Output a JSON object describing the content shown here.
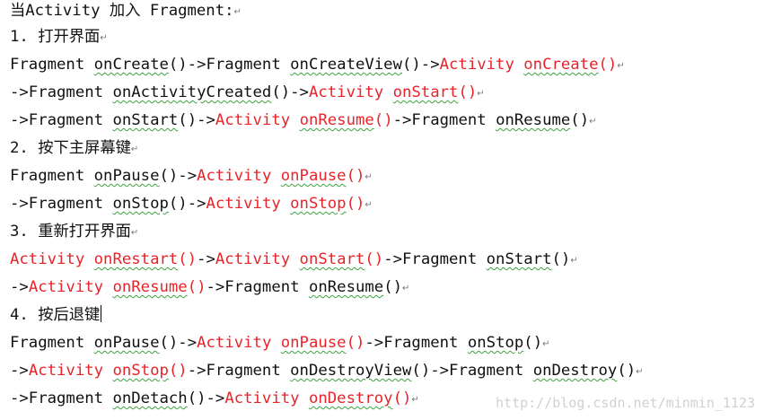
{
  "colors": {
    "text": "#111111",
    "highlight_red": "#e8242a",
    "spell_underline": "#3fa33f",
    "paragraph_mark": "#777777",
    "watermark": "#d0d0d0"
  },
  "watermark": "http://blog.csdn.net/minmin_1123",
  "lines": [
    {
      "segments": [
        {
          "text": "当Activity 加入 Fragment:"
        }
      ],
      "mark": "↵",
      "kind": "first"
    },
    {
      "segments": [
        {
          "text": "1. 打开界面"
        }
      ],
      "mark": "↵",
      "kind": "heading"
    },
    {
      "segments": [
        {
          "text": "Fragment "
        },
        {
          "text": "onCreate",
          "wavy": true
        },
        {
          "text": "()->Fragment "
        },
        {
          "text": "onCreateView",
          "wavy": true
        },
        {
          "text": "()->"
        },
        {
          "text": "Activity ",
          "red": true
        },
        {
          "text": "onCreate",
          "red": true,
          "wavy": true
        },
        {
          "text": "()",
          "red": true
        }
      ],
      "mark": "↵"
    },
    {
      "segments": [
        {
          "text": "->Fragment "
        },
        {
          "text": "onActivityCreated",
          "wavy": true
        },
        {
          "text": "()->"
        },
        {
          "text": "Activity ",
          "red": true
        },
        {
          "text": "onStart",
          "red": true,
          "wavy": true
        },
        {
          "text": "()",
          "red": true
        }
      ],
      "mark": "↵"
    },
    {
      "segments": [
        {
          "text": "->Fragment "
        },
        {
          "text": "onStart",
          "wavy": true
        },
        {
          "text": "()->"
        },
        {
          "text": "Activity ",
          "red": true
        },
        {
          "text": "onResume",
          "red": true,
          "wavy": true
        },
        {
          "text": "()",
          "red": true
        },
        {
          "text": "->Fragment "
        },
        {
          "text": "onResume",
          "wavy": true
        },
        {
          "text": "()"
        }
      ],
      "mark": "↵"
    },
    {
      "segments": [
        {
          "text": "2. 按下主屏幕键"
        }
      ],
      "mark": "↵",
      "kind": "heading"
    },
    {
      "segments": [
        {
          "text": "Fragment "
        },
        {
          "text": "onPause",
          "wavy": true
        },
        {
          "text": "()->"
        },
        {
          "text": "Activity ",
          "red": true
        },
        {
          "text": "onPause",
          "red": true,
          "wavy": true
        },
        {
          "text": "()",
          "red": true
        }
      ],
      "mark": "↵"
    },
    {
      "segments": [
        {
          "text": "->Fragment "
        },
        {
          "text": "onStop",
          "wavy": true
        },
        {
          "text": "()->"
        },
        {
          "text": "Activity ",
          "red": true
        },
        {
          "text": "onStop",
          "red": true,
          "wavy": true
        },
        {
          "text": "()",
          "red": true
        }
      ],
      "mark": "↵"
    },
    {
      "segments": [
        {
          "text": "3. 重新打开界面"
        }
      ],
      "mark": "↵",
      "kind": "heading"
    },
    {
      "segments": [
        {
          "text": "Activity ",
          "red": true
        },
        {
          "text": "onRestart",
          "red": true,
          "wavy": true
        },
        {
          "text": "()",
          "red": true
        },
        {
          "text": "->"
        },
        {
          "text": "Activity ",
          "red": true
        },
        {
          "text": "onStart",
          "red": true,
          "wavy": true
        },
        {
          "text": "()",
          "red": true
        },
        {
          "text": "->Fragment "
        },
        {
          "text": "onStart",
          "wavy": true
        },
        {
          "text": "()"
        }
      ],
      "mark": "↵"
    },
    {
      "segments": [
        {
          "text": "->"
        },
        {
          "text": "Activity ",
          "red": true
        },
        {
          "text": "onResume",
          "red": true,
          "wavy": true
        },
        {
          "text": "()",
          "red": true
        },
        {
          "text": "->Fragment "
        },
        {
          "text": "onResume",
          "wavy": true
        },
        {
          "text": "()"
        }
      ],
      "mark": "↵"
    },
    {
      "segments": [
        {
          "text": "4. 按后退键"
        }
      ],
      "mark": "",
      "kind": "heading",
      "caret": true
    },
    {
      "segments": [
        {
          "text": "Fragment "
        },
        {
          "text": "onPause",
          "wavy": true
        },
        {
          "text": "()->"
        },
        {
          "text": "Activity ",
          "red": true
        },
        {
          "text": "onPause",
          "red": true,
          "wavy": true
        },
        {
          "text": "()",
          "red": true
        },
        {
          "text": "->Fragment "
        },
        {
          "text": "onStop",
          "wavy": true
        },
        {
          "text": "()"
        }
      ],
      "mark": "↵"
    },
    {
      "segments": [
        {
          "text": "->"
        },
        {
          "text": "Activity ",
          "red": true
        },
        {
          "text": "onStop",
          "red": true,
          "wavy": true
        },
        {
          "text": "()",
          "red": true
        },
        {
          "text": "->Fragment "
        },
        {
          "text": "onDestroyView",
          "wavy": true
        },
        {
          "text": "()->Fragment "
        },
        {
          "text": "onDestroy",
          "wavy": true
        },
        {
          "text": "()"
        }
      ],
      "mark": "↵"
    },
    {
      "segments": [
        {
          "text": "->Fragment "
        },
        {
          "text": "onDetach",
          "wavy": true
        },
        {
          "text": "()->"
        },
        {
          "text": "Activity ",
          "red": true
        },
        {
          "text": "onDestroy",
          "red": true,
          "wavy": true
        },
        {
          "text": "()",
          "red": true
        }
      ],
      "mark": "↵"
    }
  ]
}
